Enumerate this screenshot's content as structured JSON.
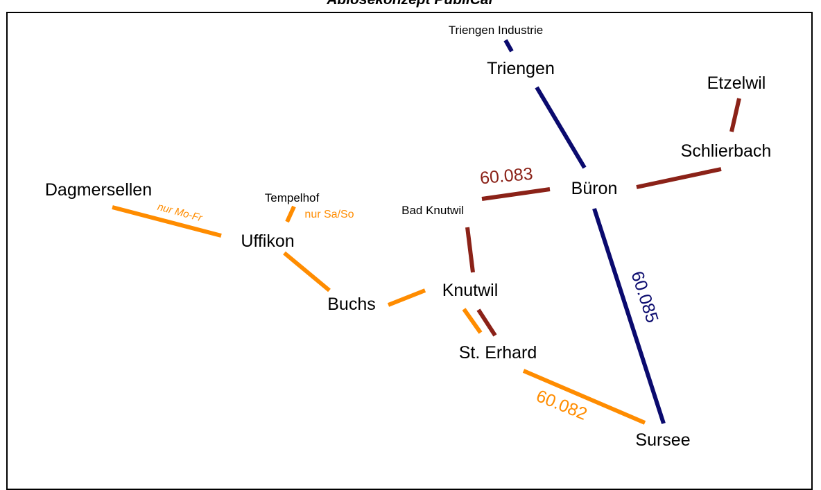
{
  "title": "Ablösekonzept PubliCar",
  "colors": {
    "blue": "#0a0a6e",
    "darkred": "#8b2218",
    "orange": "#ff8c00"
  },
  "places": {
    "triengen_industrie": "Triengen Industrie",
    "triengen": "Triengen",
    "etzelwil": "Etzelwil",
    "schlierbach": "Schlierbach",
    "dagmersellen": "Dagmersellen",
    "tempelhof": "Tempelhof",
    "bad_knutwil": "Bad Knutwil",
    "bueron": "Büron",
    "uffikon": "Uffikon",
    "knutwil": "Knutwil",
    "buchs": "Buchs",
    "st_erhard": "St. Erhard",
    "sursee": "Sursee"
  },
  "lines": {
    "blue_number": "60.085",
    "darkred_number": "60.083",
    "orange_number": "60.082"
  },
  "notes": {
    "mo_fr": "nur Mo-Fr",
    "sa_so": "nur Sa/So"
  }
}
